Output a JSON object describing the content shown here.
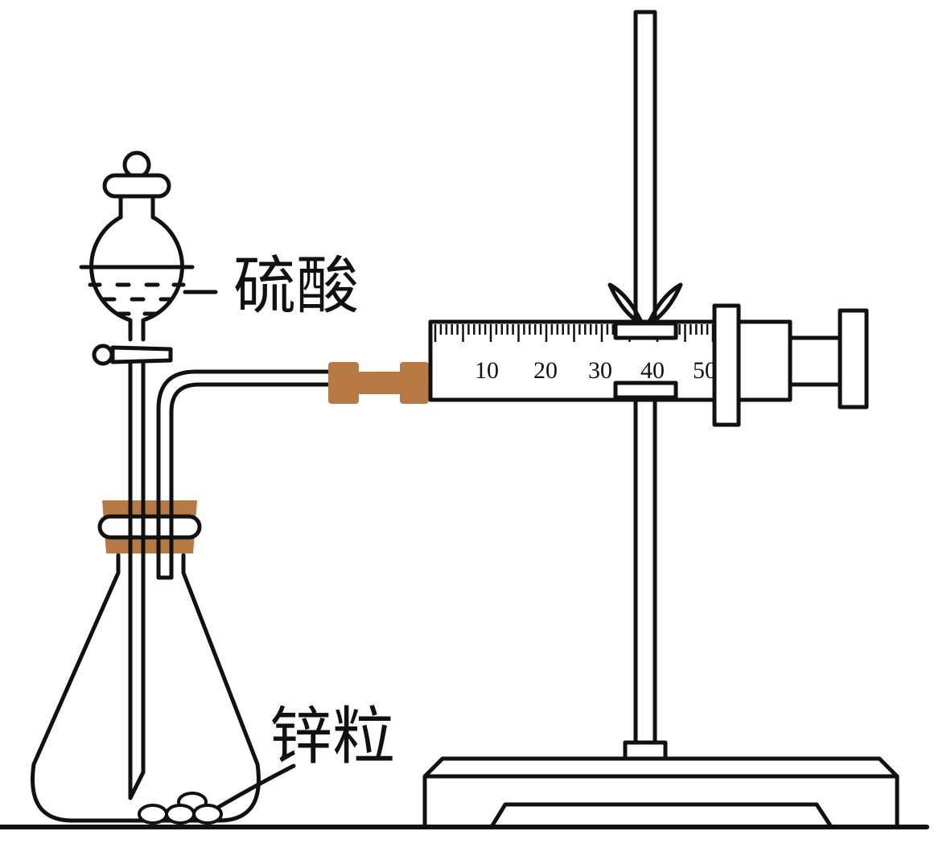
{
  "labels": {
    "acid": "硫酸",
    "zinc": "锌粒"
  },
  "syringe": {
    "scale_labels": [
      "10",
      "20",
      "30",
      "40",
      "50"
    ]
  },
  "colors": {
    "stroke": "#111111",
    "rubber": "#b87a45",
    "background": "#ffffff"
  }
}
